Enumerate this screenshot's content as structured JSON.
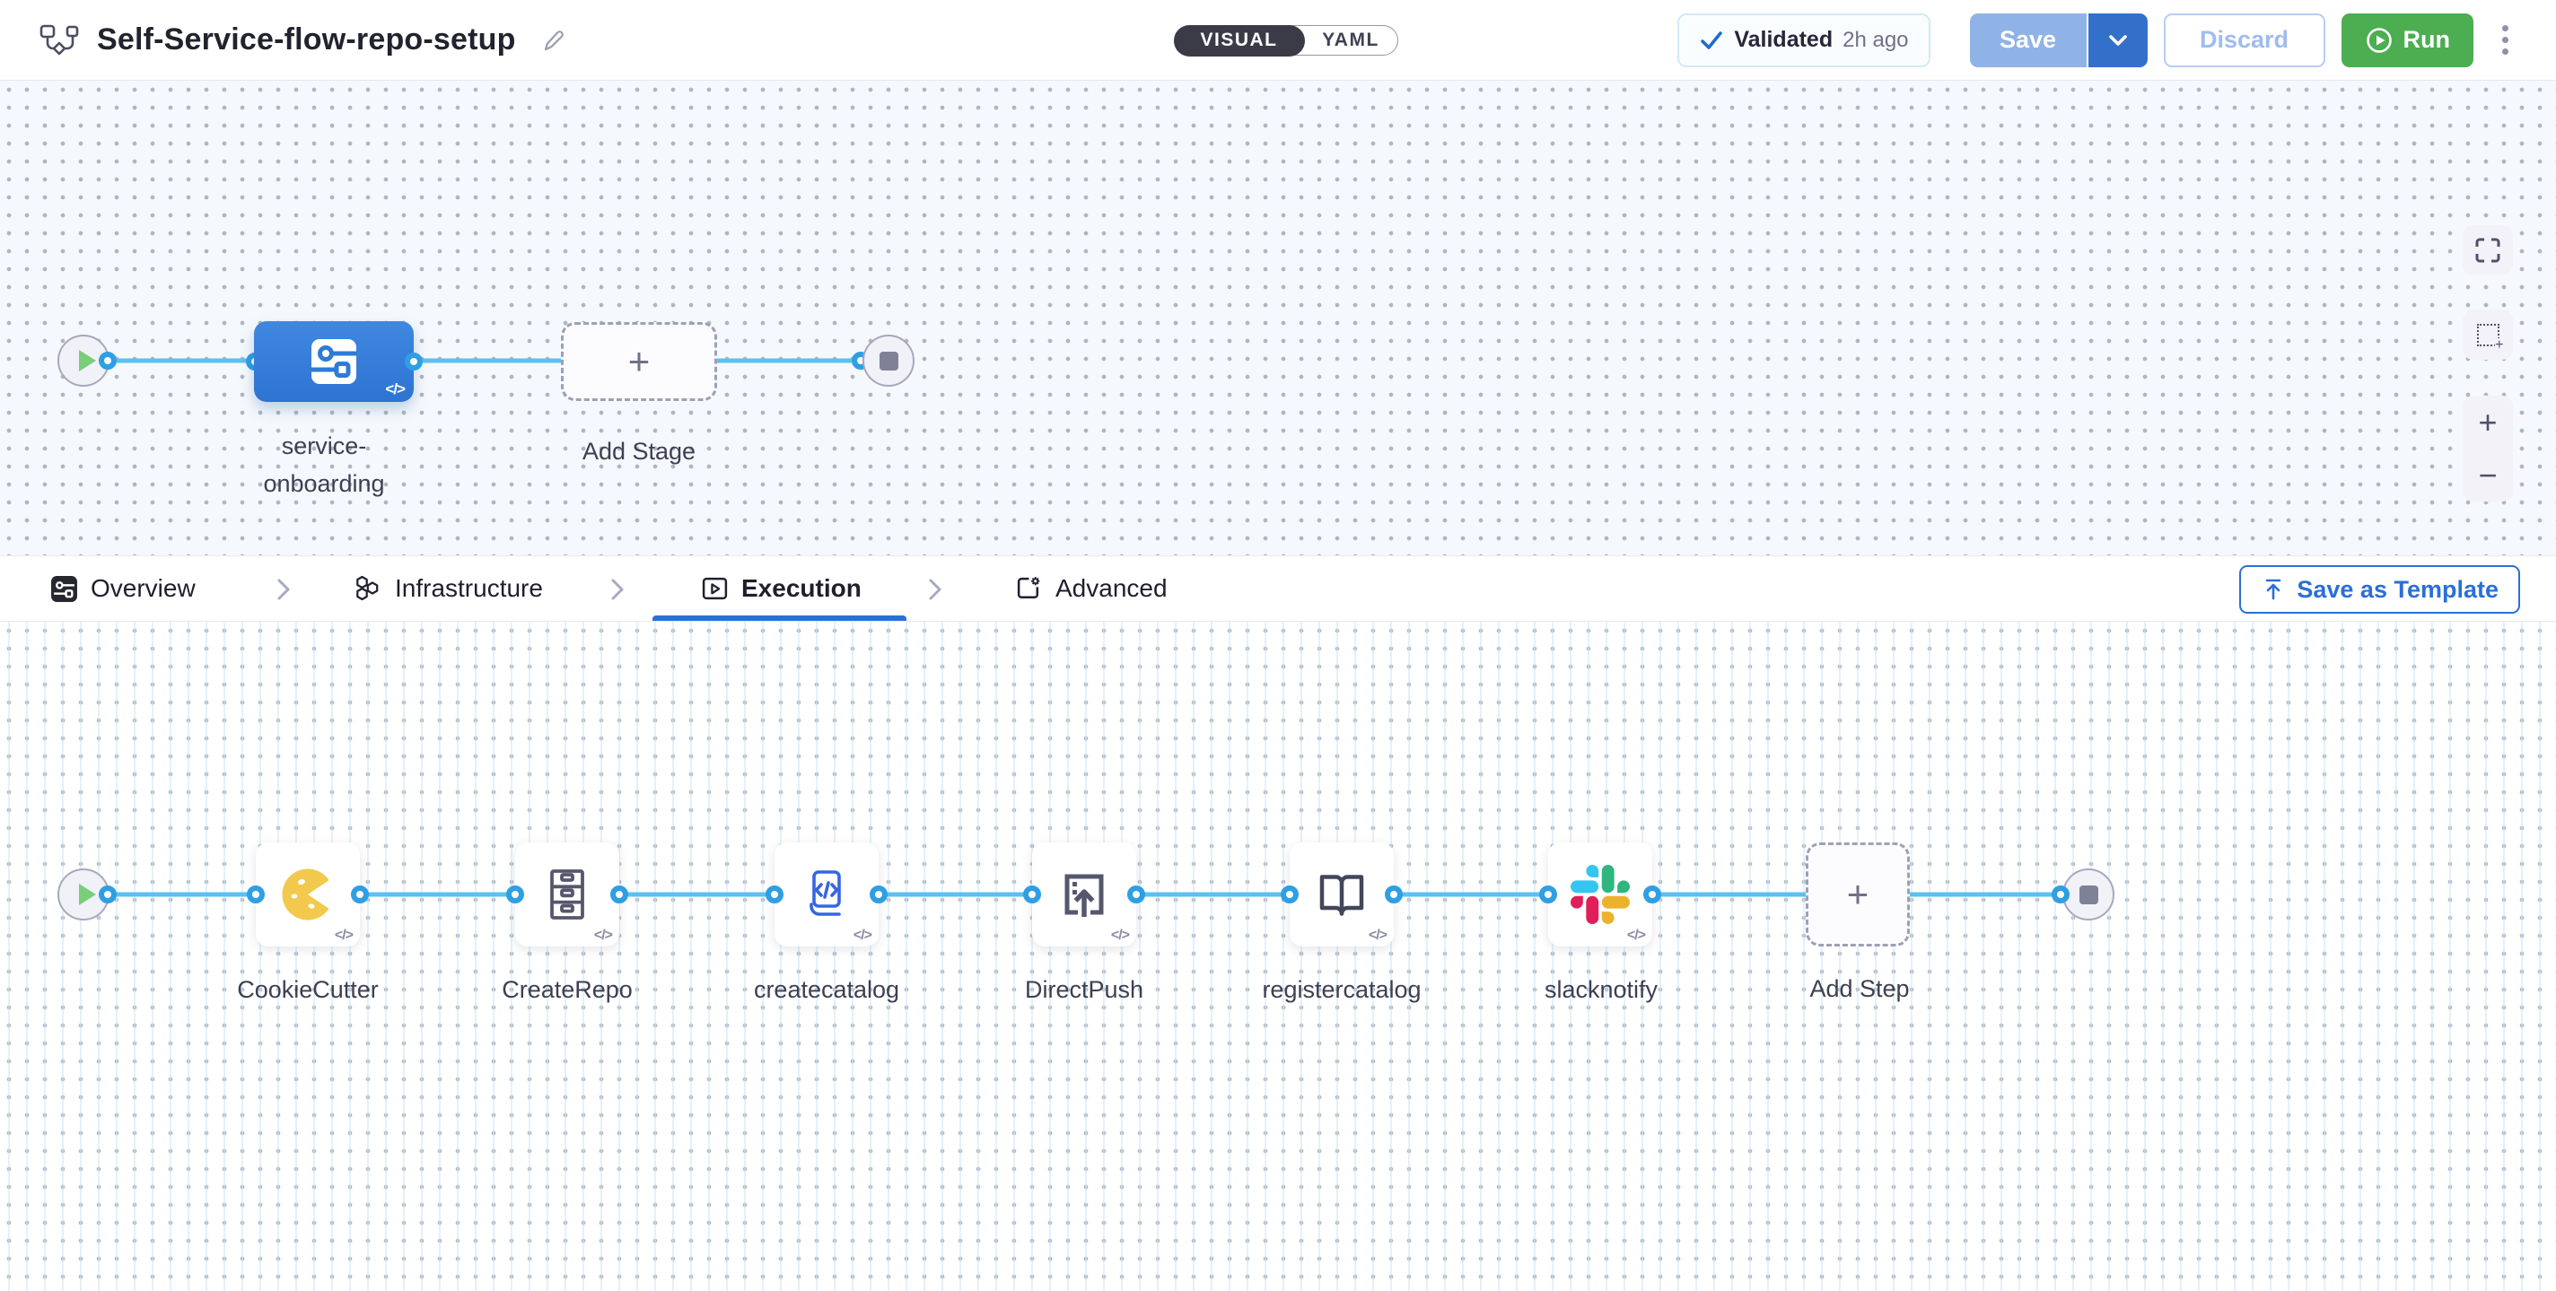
{
  "header": {
    "title": "Self-Service-flow-repo-setup",
    "mode_toggle": {
      "visual_label": "VISUAL",
      "yaml_label": "YAML",
      "selected": "VISUAL"
    },
    "validated_badge": {
      "label": "Validated",
      "time": "2h ago"
    },
    "save_button": "Save",
    "discard_button": "Discard",
    "run_button": "Run"
  },
  "stage_canvas": {
    "stage_name": "service-onboarding",
    "add_stage_label": "Add Stage"
  },
  "tab_bar": {
    "tabs": [
      {
        "label": "Overview",
        "icon": "stage-overview-icon",
        "active": false
      },
      {
        "label": "Infrastructure",
        "icon": "hexagons-icon",
        "active": false
      },
      {
        "label": "Execution",
        "icon": "play-window-icon",
        "active": true
      },
      {
        "label": "Advanced",
        "icon": "gear-window-icon",
        "active": false
      }
    ],
    "save_as_template_button": "Save as Template"
  },
  "execution_canvas": {
    "steps": [
      {
        "name": "CookieCutter",
        "icon": "cookie-icon"
      },
      {
        "name": "CreateRepo",
        "icon": "drawer-cabinet-icon"
      },
      {
        "name": "createcatalog",
        "icon": "code-laptop-icon"
      },
      {
        "name": "DirectPush",
        "icon": "upload-box-icon"
      },
      {
        "name": "registercatalog",
        "icon": "open-book-icon"
      },
      {
        "name": "slacknotify",
        "icon": "slack-icon"
      }
    ],
    "add_step_label": "Add Step"
  },
  "icons": {
    "plus": "+",
    "minus": "−",
    "code_badge": "</>"
  },
  "colors": {
    "accent_blue": "#2b6fd6",
    "stage_blue": "#3680da",
    "connector_line": "#5bc1f0",
    "connector_ring": "#2f9fe4",
    "run_green": "#4cae51",
    "save_disabled": "#8fb3e6",
    "save_caret": "#3370ca",
    "toggle_dark": "#3a3b47",
    "canvas_bg": "#f5f9fd",
    "dot_grey": "#aeb6c1",
    "cookie_yellow": "#f2c94c",
    "slack": [
      "#36C5F0",
      "#2EB67D",
      "#ECB22E",
      "#E01E5A"
    ]
  }
}
